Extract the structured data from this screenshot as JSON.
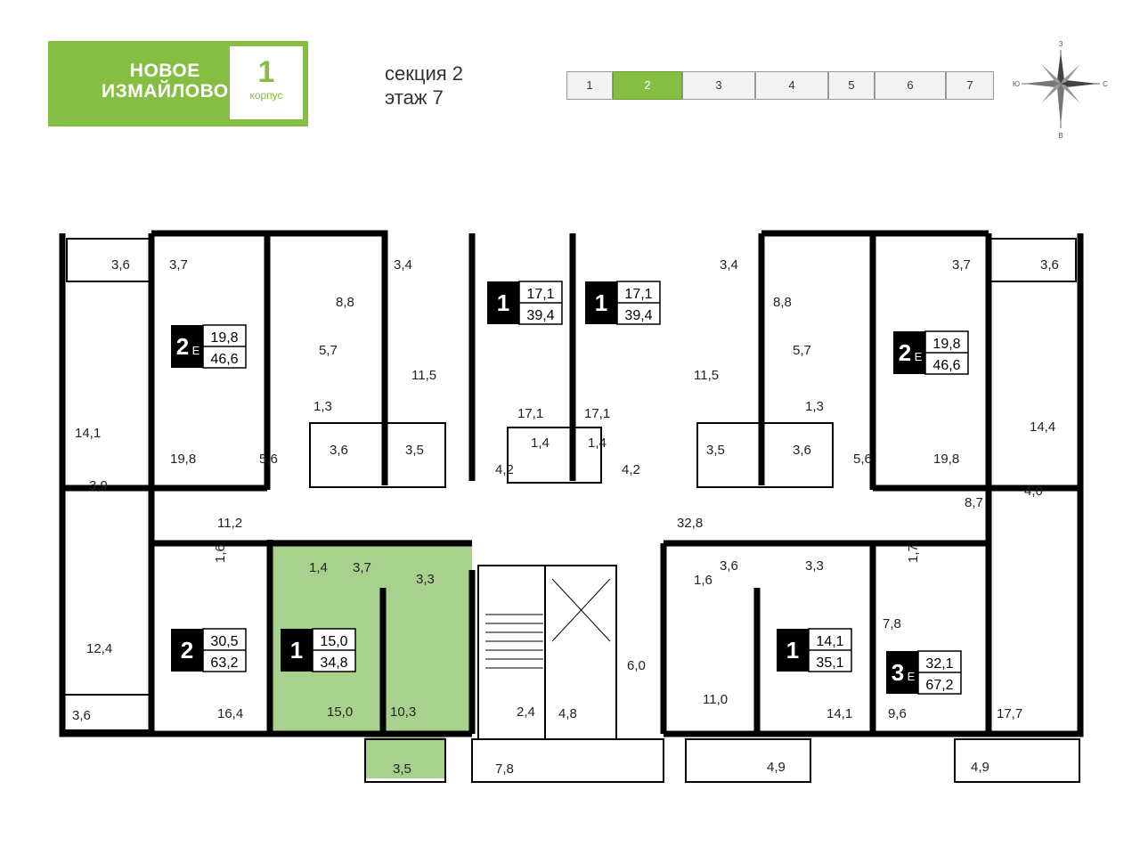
{
  "logo": {
    "line1": "НОВОЕ",
    "line2": "ИЗМАЙЛОВО",
    "building_number": "1",
    "building_label": "корпус"
  },
  "header": {
    "section_label": "секция 2",
    "floor_label": "этаж 7"
  },
  "section_bar": {
    "items": [
      "1",
      "2",
      "3",
      "4",
      "5",
      "6",
      "7"
    ],
    "active": "2"
  },
  "compass": {
    "north": "З",
    "south": "В",
    "east": "С",
    "west": "Ю"
  },
  "colors": {
    "brand": "#86bd43",
    "selected": "#a9d18e",
    "wall": "#000000"
  },
  "apartments": [
    {
      "rooms": "2",
      "suffix": "Е",
      "living": "19,8",
      "total": "46,6"
    },
    {
      "rooms": "1",
      "suffix": "",
      "living": "17,1",
      "total": "39,4"
    },
    {
      "rooms": "1",
      "suffix": "",
      "living": "17,1",
      "total": "39,4"
    },
    {
      "rooms": "2",
      "suffix": "Е",
      "living": "19,8",
      "total": "46,6"
    },
    {
      "rooms": "2",
      "suffix": "",
      "living": "30,5",
      "total": "63,2"
    },
    {
      "rooms": "1",
      "suffix": "",
      "living": "15,0",
      "total": "34,8"
    },
    {
      "rooms": "1",
      "suffix": "",
      "living": "14,1",
      "total": "35,1"
    },
    {
      "rooms": "3",
      "suffix": "Е",
      "living": "32,1",
      "total": "67,2"
    }
  ],
  "areas": {
    "a1": "3,6",
    "a2": "3,7",
    "a3": "3,4",
    "a4": "3,4",
    "a5": "3,7",
    "a6": "3,6",
    "a7": "8,8",
    "a8": "8,8",
    "a9": "5,7",
    "a10": "5,7",
    "a11": "11,5",
    "a12": "11,5",
    "a13": "1,3",
    "a14": "1,3",
    "a15": "17,1",
    "a16": "17,1",
    "a17": "14,1",
    "a18": "14,4",
    "a19": "19,8",
    "a20": "19,8",
    "a21": "5,6",
    "a22": "5,6",
    "a23": "3,6",
    "a24": "3,5",
    "a25": "3,5",
    "a26": "3,6",
    "a27": "1,4",
    "a28": "1,4",
    "a29": "4,2",
    "a30": "4,2",
    "a31": "3,9",
    "a32": "4,0",
    "a33": "11,2",
    "a34": "32,8",
    "a35": "8,7",
    "a36": "1,6",
    "a37": "1,4",
    "a38": "3,7",
    "a39": "3,3",
    "a40": "1,6",
    "a41": "3,6",
    "a42": "3,3",
    "a43": "1,7",
    "a44": "7,8",
    "a45": "12,4",
    "a46": "6,0",
    "a47": "11,0",
    "a48": "3,6",
    "a49": "16,4",
    "a50": "15,0",
    "a51": "10,3",
    "a52": "2,4",
    "a53": "4,8",
    "a54": "14,1",
    "a55": "9,6",
    "a56": "17,7",
    "a57": "3,5",
    "a58": "7,8",
    "a59": "4,9",
    "a60": "4,9"
  }
}
